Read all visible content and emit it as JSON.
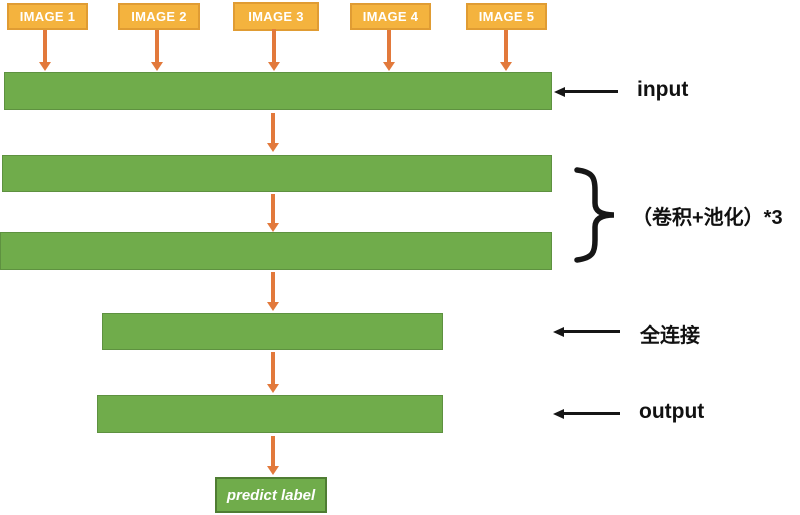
{
  "colors": {
    "box_orange": "#F4B33E",
    "box_orange_border": "#E09C33",
    "arrow_orange": "#E2793B",
    "bar_green": "#70AC4B",
    "annotation_black": "#161616"
  },
  "image_boxes": [
    {
      "label": "IMAGE 1"
    },
    {
      "label": "IMAGE 2"
    },
    {
      "label": "IMAGE 3"
    },
    {
      "label": "IMAGE 4"
    },
    {
      "label": "IMAGE 5"
    }
  ],
  "annotations": {
    "input_label": "input",
    "conv_pool_label": "（卷积+池化）*3",
    "fully_connected_label": "全连接",
    "output_label": "output"
  },
  "predict_box": {
    "label": "predict label"
  }
}
